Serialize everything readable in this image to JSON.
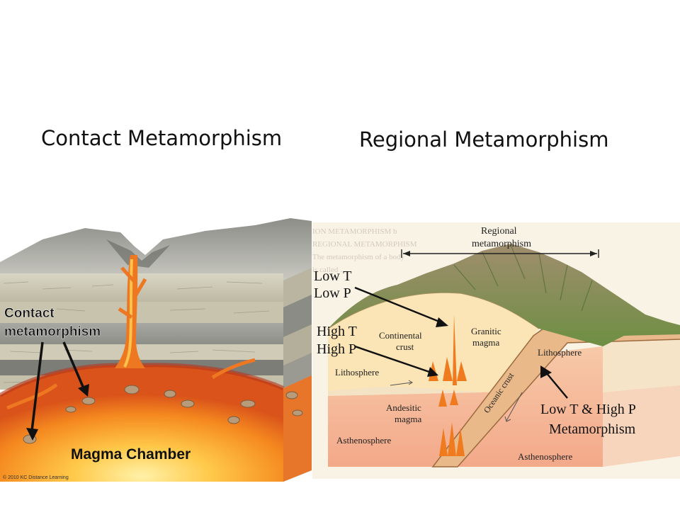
{
  "slide": {
    "left_title": "Contact Metamorphism",
    "right_title": "Regional Metamorphism"
  },
  "contact_diagram": {
    "label_contact_line1": "Contact",
    "label_contact_line2": "metamorphism",
    "label_chamber": "Magma Chamber",
    "copyright": "© 2010 KC Distance Learning"
  },
  "regional_diagram": {
    "regional_line1": "Regional",
    "regional_line2": "metamorphism",
    "low_t": "Low T",
    "low_p": "Low P",
    "high_t": "High T",
    "high_p": "High P",
    "continental_line1": "Continental",
    "continental_line2": "crust",
    "granitic_line1": "Granitic",
    "granitic_line2": "magma",
    "lithosphere_left": "Lithosphere",
    "lithosphere_right": "Lithosphere",
    "oceanic_crust": "Oceanic crust",
    "andesitic_line1": "Andesitic",
    "andesitic_line2": "magma",
    "asthenosphere_left": "Asthenosphere",
    "asthenosphere_right": "Asthenosphere",
    "lowt_highp_line1": "Low T & High P",
    "lowt_highp_line2": "Metamorphism"
  },
  "colors": {
    "magma_orange": "#f07a1e",
    "magma_yellow": "#ffd24a",
    "rock_gray": "#9a9a92",
    "continental_tan": "#f7dcae",
    "asthenosphere_pink": "#f4b79a",
    "mountain_green": "#6b9a44"
  }
}
